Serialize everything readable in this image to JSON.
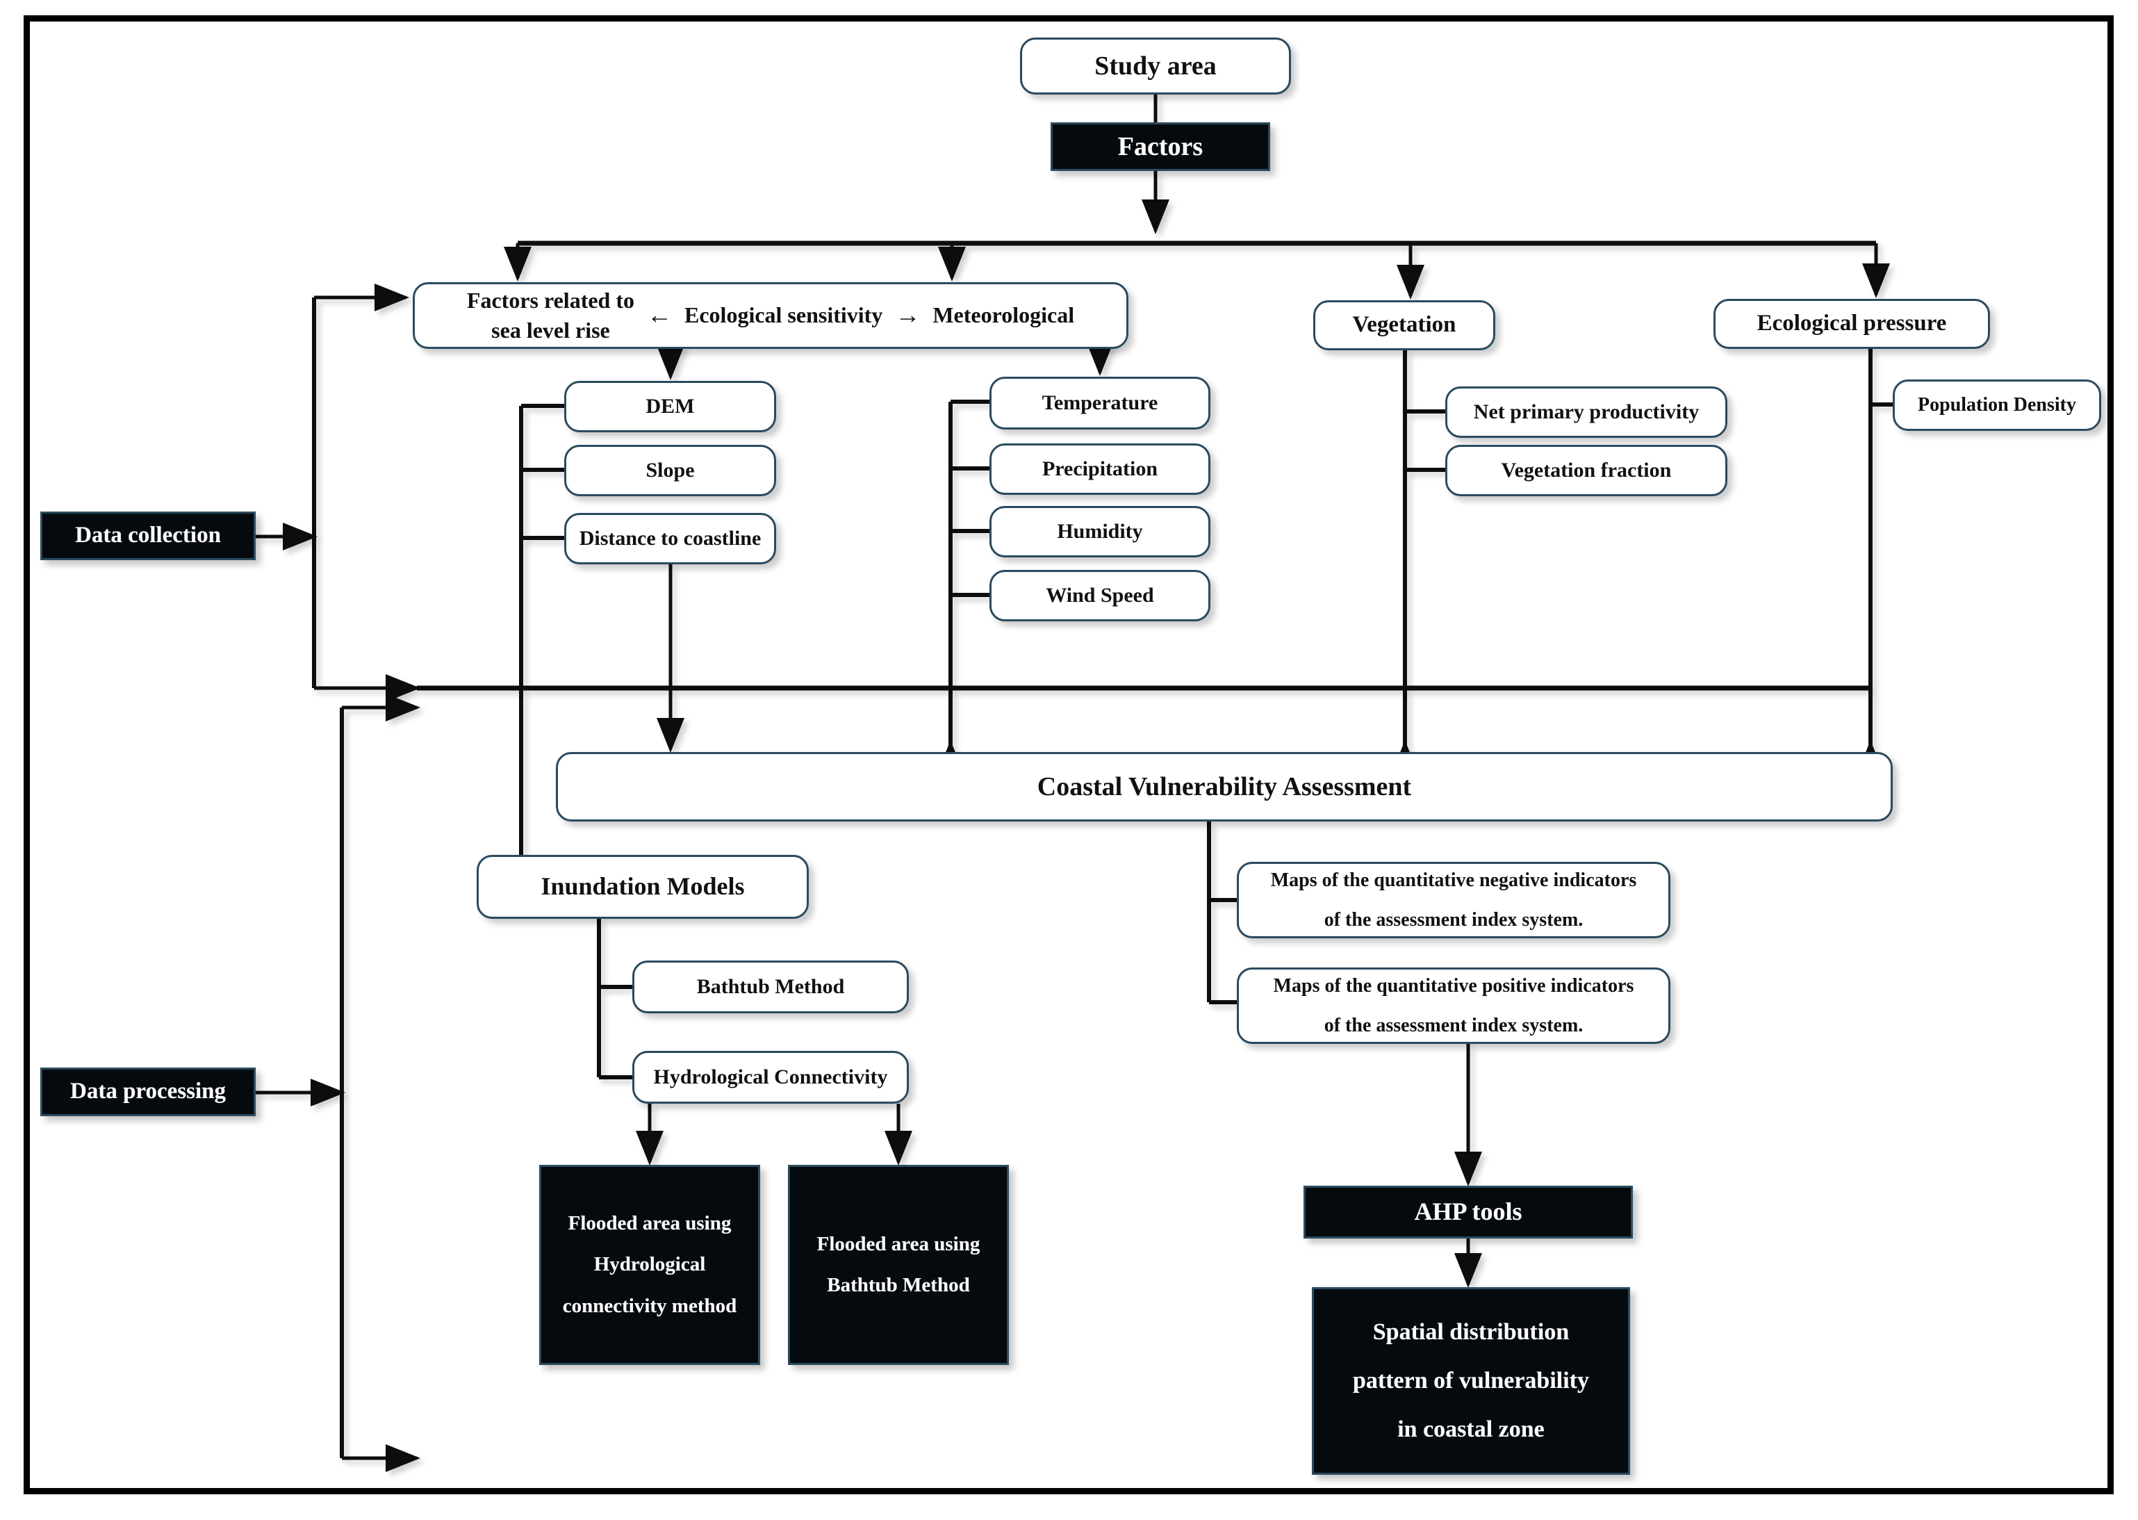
{
  "diagram": {
    "title": "Coastal vulnerability assessment workflow",
    "colors": {
      "node_border": "#2b4a5e",
      "node_fill": "#ffffff",
      "filled_node_bg": "#050a0f",
      "filled_node_text": "#ffffff",
      "connector": "#111111",
      "frame": "#000000"
    }
  },
  "nodes": {
    "study_area": "Study area",
    "factors": "Factors",
    "ecological_sensitivity": {
      "left_label": "Factors related to\nsea level rise",
      "left_line1": "Factors related to",
      "left_line2": "sea level rise",
      "center_label": "Ecological sensitivity",
      "right_label": "Meteorological",
      "left_arrow": "←",
      "right_arrow": "→"
    },
    "vegetation": "Vegetation",
    "ecological_pressure": "Ecological pressure",
    "dem": "DEM",
    "slope": "Slope",
    "distance_to_coastline": "Distance to coastline",
    "temperature": "Temperature",
    "precipitation": "Precipitation",
    "humidity": "Humidity",
    "wind_speed": "Wind Speed",
    "net_primary_productivity": "Net primary productivity",
    "vegetation_fraction": "Vegetation fraction",
    "population_density": "Population Density",
    "coastal_vulnerability_assessment": "Coastal Vulnerability Assessment",
    "inundation_models": "Inundation Models",
    "bathtub_method": "Bathtub Method",
    "hydrological_connectivity": "Hydrological Connectivity",
    "maps_negative": {
      "line1": "Maps of the quantitative negative indicators",
      "line2": "of the assessment index system."
    },
    "maps_positive": {
      "line1": "Maps of the quantitative positive indicators",
      "line2": "of the assessment index system."
    },
    "flooded_hydrological": {
      "line1": "Flooded area using",
      "line2": "Hydrological",
      "line3": "connectivity method"
    },
    "flooded_bathtub": {
      "line1": "Flooded area using",
      "line2": "Bathtub Method"
    },
    "ahp_tools": "AHP tools",
    "spatial_distribution": {
      "line1": "Spatial distribution",
      "line2": "pattern of vulnerability",
      "line3": "in coastal zone"
    }
  },
  "stages": {
    "data_collection": "Data collection",
    "data_processing": "Data processing"
  }
}
